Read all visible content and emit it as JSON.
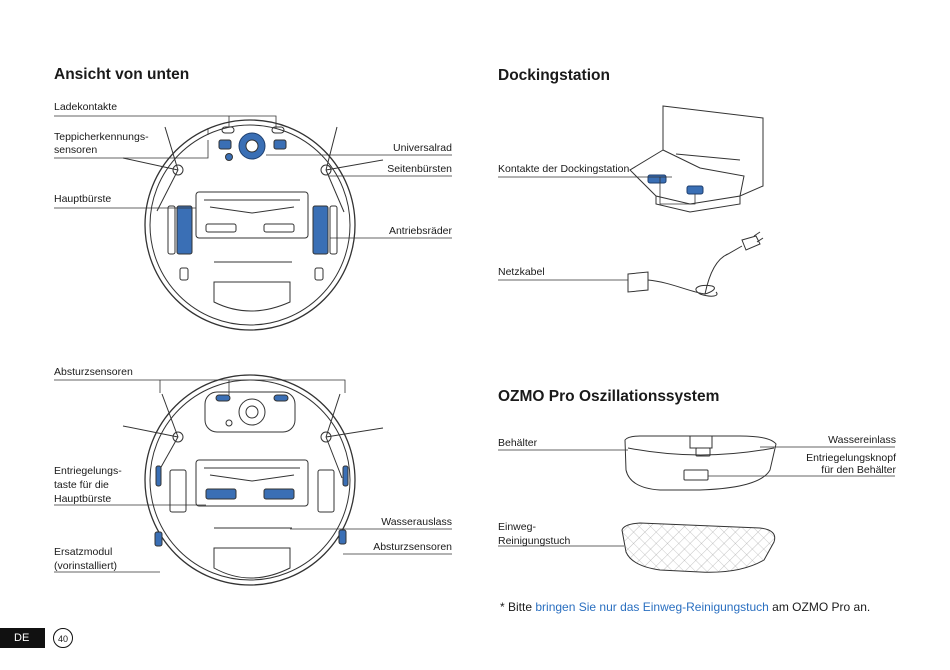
{
  "sections": {
    "bottom_view": "Ansicht von unten",
    "docking": "Dockingstation",
    "ozmo": "OZMO Pro Oszillationssystem"
  },
  "labels": {
    "ladekontakte": "Ladekontakte",
    "teppich_1": "Teppicherkennungs-",
    "teppich_2": "sensoren",
    "hauptbuerste": "Hauptbürste",
    "universalrad": "Universalrad",
    "seitenbuersten": "Seitenbürsten",
    "antriebsraeder": "Antriebsräder",
    "absturz_top": "Absturzsensoren",
    "entriegelung_1": "Entriegelungs-",
    "entriegelung_2": "taste für die",
    "entriegelung_3": "Hauptbürste",
    "ersatz_1": "Ersatzmodul",
    "ersatz_2": "(vorinstalliert)",
    "wasserauslass": "Wasserauslass",
    "absturz_right": "Absturzsensoren",
    "kontakte_docking": "Kontakte der Dockingstation",
    "netzkabel": "Netzkabel",
    "behaelter": "Behälter",
    "wassereinlass": "Wassereinlass",
    "entriegelungsknopf_1": "Entriegelungsknopf",
    "entriegelungsknopf_2": "für den Behälter",
    "einweg_1": "Einweg-",
    "einweg_2": "Reinigungstuch"
  },
  "footnote": {
    "pre": "* Bitte ",
    "highlight": "bringen Sie nur das Einweg-Reinigungstuch",
    "post": " am OZMO Pro an."
  },
  "footer": {
    "language": "DE",
    "page_number": "40"
  },
  "colors": {
    "accent_blue": "#3a6fb5",
    "line": "#333333"
  }
}
